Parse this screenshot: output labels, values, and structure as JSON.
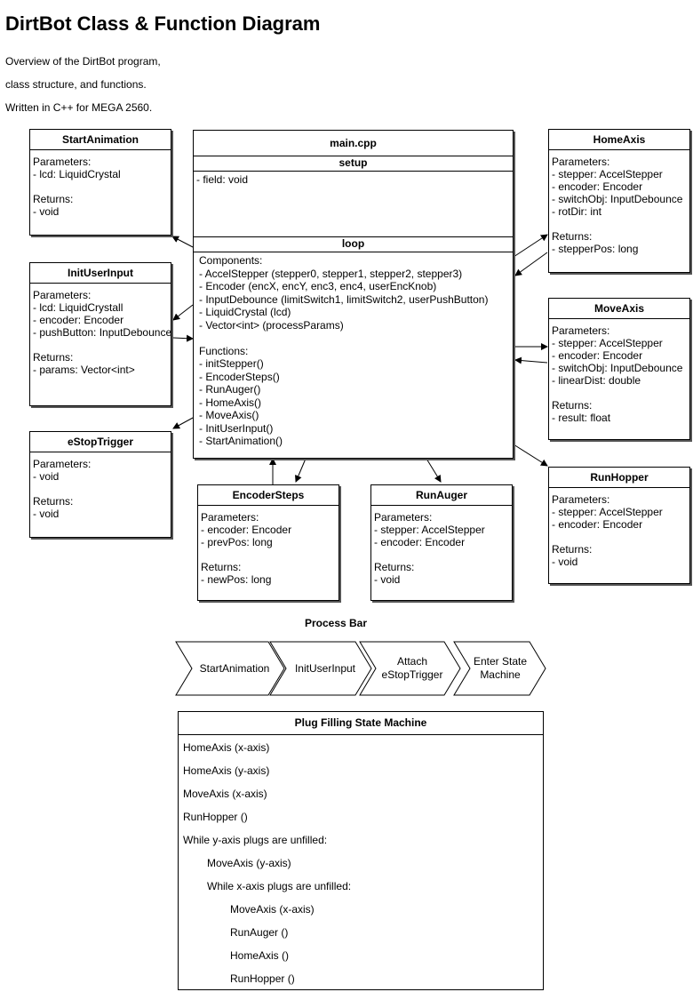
{
  "title": "DirtBot Class & Function Diagram",
  "description": [
    "Overview of the DirtBot program,",
    "class structure, and functions.",
    "Written in C++ for MEGA 2560."
  ],
  "main": {
    "title": "main.cpp",
    "setup_title": "setup",
    "setup_body": "- field: void",
    "loop_title": "loop",
    "loop_body": "Components:\n- AccelStepper (stepper0, stepper1, stepper2, stepper3)\n- Encoder (encX, encY, enc3, enc4, userEncKnob)\n- InputDebounce (limitSwitch1, limitSwitch2, userPushButton)\n- LiquidCrystal (lcd)\n- Vector<int> (processParams)\n\nFunctions:\n- initStepper()\n- EncoderSteps()\n- RunAuger()\n- HomeAxis()\n- MoveAxis()\n- InitUserInput()\n- StartAnimation()"
  },
  "boxes": {
    "start_animation": {
      "title": "StartAnimation",
      "body": "Parameters:\n- lcd: LiquidCrystal\n\nReturns:\n- void"
    },
    "init_user_input": {
      "title": "InitUserInput",
      "body": "Parameters:\n- lcd: LiquidCrystall\n- encoder: Encoder\n- pushButton: InputDebounce\n\nReturns:\n- params: Vector<int>"
    },
    "estop_trigger": {
      "title": "eStopTrigger",
      "body": "Parameters:\n- void\n\nReturns:\n- void"
    },
    "home_axis": {
      "title": "HomeAxis",
      "body": "Parameters:\n- stepper: AccelStepper\n- encoder: Encoder\n- switchObj: InputDebounce\n- rotDir: int\n\nReturns:\n- stepperPos: long"
    },
    "move_axis": {
      "title": "MoveAxis",
      "body": "Parameters:\n- stepper: AccelStepper\n- encoder: Encoder\n- switchObj: InputDebounce\n- linearDist: double\n\nReturns:\n- result: float"
    },
    "run_hopper": {
      "title": "RunHopper",
      "body": "Parameters:\n- stepper: AccelStepper\n- encoder: Encoder\n\nReturns:\n- void"
    },
    "encoder_steps": {
      "title": "EncoderSteps",
      "body": "Parameters:\n- encoder: Encoder\n- prevPos: long\n\nReturns:\n- newPos: long"
    },
    "run_auger": {
      "title": "RunAuger",
      "body": "Parameters:\n- stepper: AccelStepper\n- encoder: Encoder\n\nReturns:\n- void"
    }
  },
  "process_bar": {
    "title": "Process Bar",
    "steps": [
      "StartAnimation",
      "InitUserInput",
      "Attach\neStopTrigger",
      "Enter State\nMachine"
    ]
  },
  "state_machine": {
    "title": "Plug Filling State Machine",
    "rows": [
      "HomeAxis (x-axis)",
      "HomeAxis (y-axis)",
      "MoveAxis (x-axis)",
      "RunHopper ()",
      "While y-axis plugs are unfilled:",
      "MoveAxis (y-axis)",
      "While x-axis plugs are unfilled:",
      "MoveAxis (x-axis)",
      "RunAuger ()",
      "HomeAxis ()",
      "RunHopper ()"
    ]
  }
}
